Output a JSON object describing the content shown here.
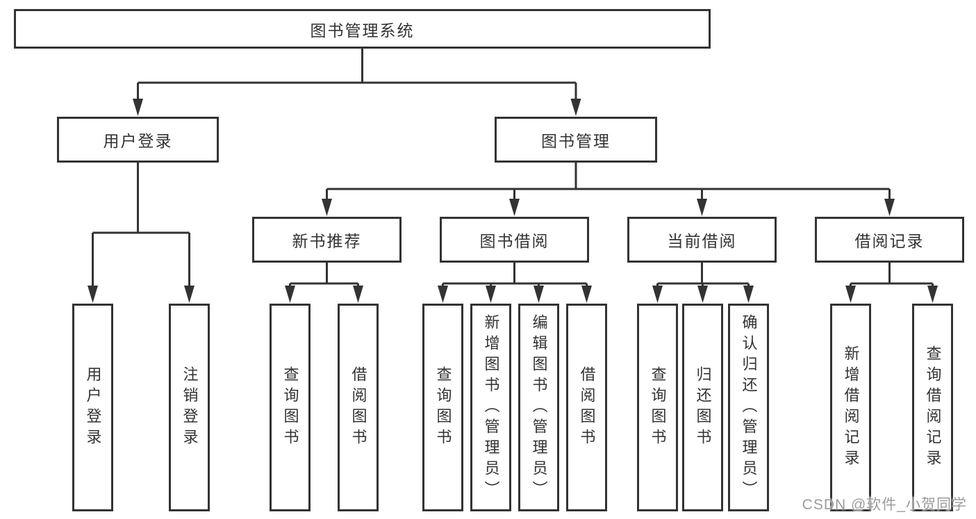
{
  "diagram_title": "图书管理系统",
  "nodes": {
    "root": "图书管理系统",
    "user_login": "用户登录",
    "book_mgmt": "图书管理",
    "new_book_rec": "新书推荐",
    "book_borrow": "图书借阅",
    "current_borrow": "当前借阅",
    "borrow_record": "借阅记录",
    "login_action": "用户登录",
    "logout_action": "注销登录",
    "nbr_query_book": "查询图书",
    "nbr_borrow_book": "借阅图书",
    "bb_query_book": "查询图书",
    "bb_add_book": "新增图书（管理员）",
    "bb_edit_book": "编辑图书（管理员）",
    "bb_borrow_book": "借阅图书",
    "cb_query_book": "查询图书",
    "cb_return_book": "归还图书",
    "cb_confirm_return": "确认归还（管理员）",
    "br_add_record": "新增借阅记录",
    "br_query_record": "查询借阅记录"
  },
  "watermark": {
    "text": "CSDN @软件_小贺同学"
  },
  "colors": {
    "stroke": "#333333",
    "text": "#333333",
    "background": "#ffffff",
    "watermark": "#9b9b9b"
  }
}
